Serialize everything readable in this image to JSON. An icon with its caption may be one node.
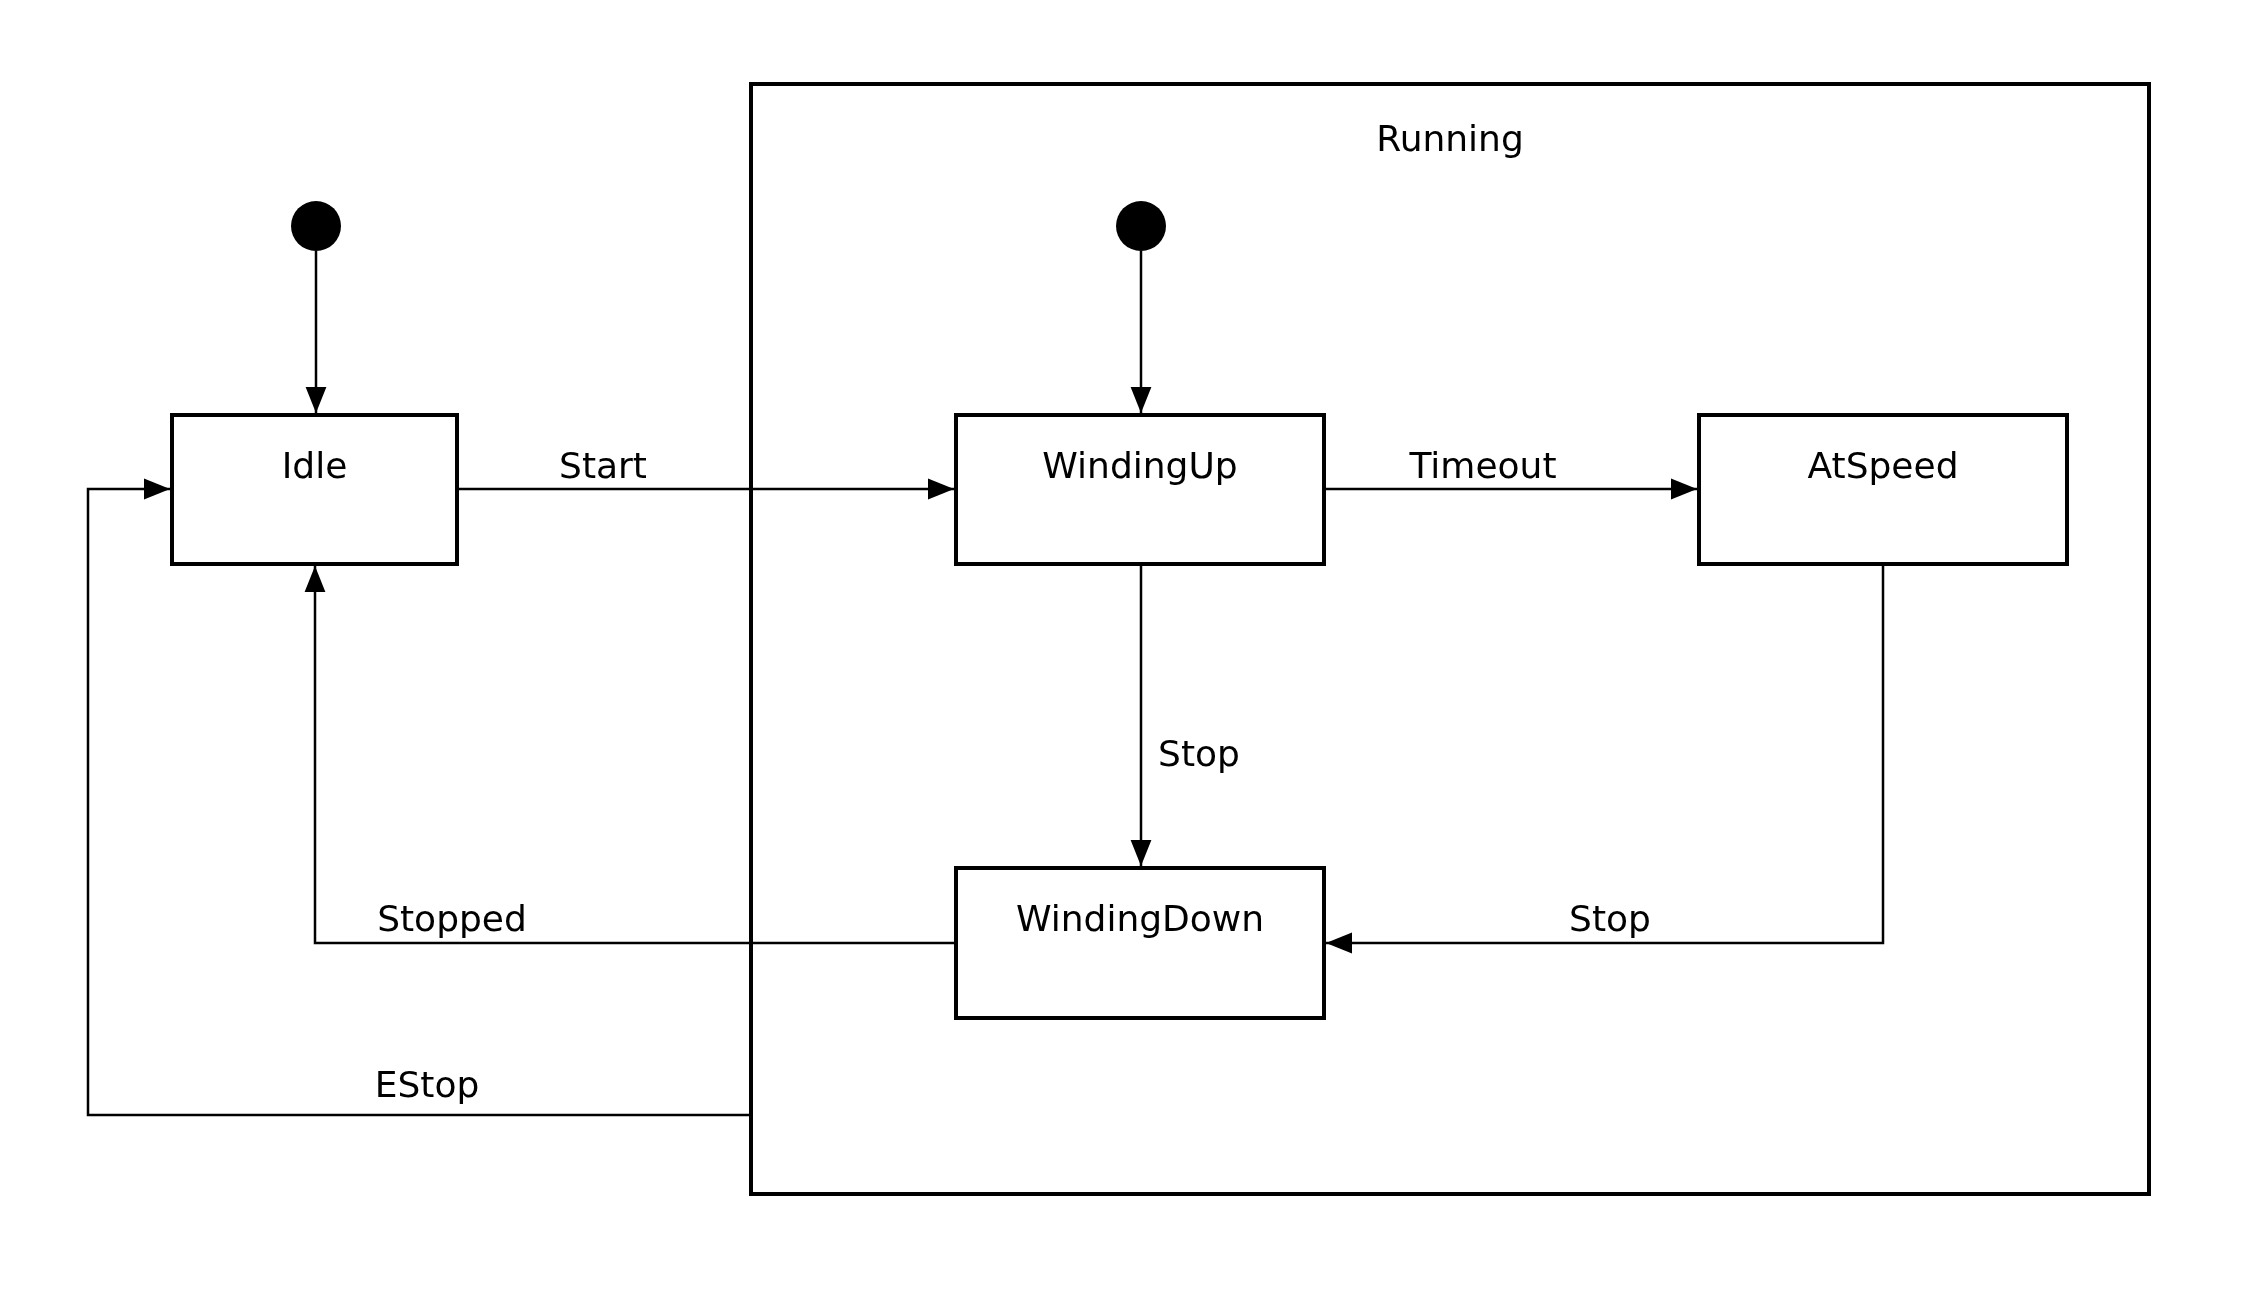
{
  "diagram": {
    "nodes": [
      {
        "text": [],
        "shape": "circle"
      },
      {
        "text": [
          "Idle"
        ]
      },
      {
        "text": [
          "Running"
        ]
      },
      {
        "text": [],
        "shape": "circle",
        "in": 2
      },
      {
        "text": [
          "WindingUp"
        ],
        "in": 2
      },
      {
        "text": [
          "AtSpeed"
        ],
        "in": 2
      },
      {
        "text": [
          "WindingDown"
        ],
        "in": 2
      }
    ],
    "edges": [
      {
        "from": 0,
        "to": 1,
        "arrow": "to"
      },
      {
        "from": 1,
        "to": 4,
        "arrow": "to",
        "label": "Start"
      },
      {
        "from": 3,
        "to": 4,
        "arrow": "to"
      },
      {
        "from": 4,
        "to": 5,
        "arrow": "to",
        "label": "Timeout"
      },
      {
        "from": 4,
        "to": 6,
        "arrow": "to",
        "label": "Stop"
      },
      {
        "from": 5,
        "to": 6,
        "arrow": "to",
        "label": "Stop"
      },
      {
        "from": 6,
        "to": 1,
        "arrow": "to",
        "label": "Stopped"
      },
      {
        "from": 2,
        "to": 1,
        "arrow": "to",
        "label": "EStop"
      }
    ]
  }
}
